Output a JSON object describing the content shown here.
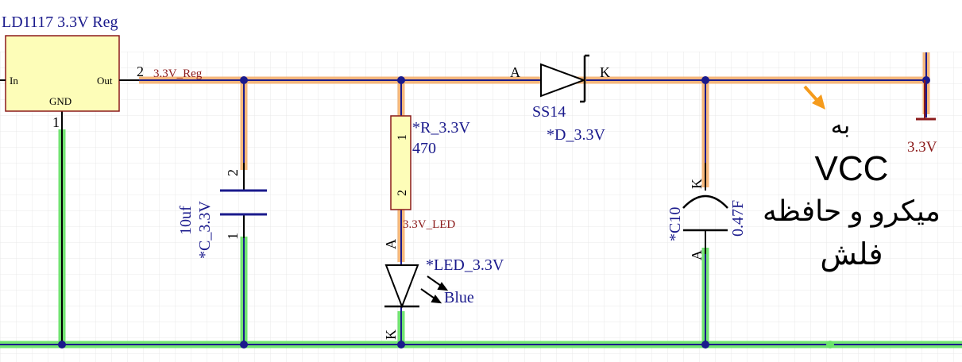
{
  "regulator": {
    "title": "LD1117 3.3V Reg",
    "pin_in": "In",
    "pin_out": "Out",
    "pin_gnd": "GND",
    "pin2_num": "2",
    "pin1_num": "1"
  },
  "nets": {
    "reg_out": "3.3V_Reg",
    "led_net": "3.3V_LED"
  },
  "capacitor_c33": {
    "ref": "*C_3.3V",
    "value": "10uf",
    "pin2": "2",
    "pin1": "1"
  },
  "resistor": {
    "ref": "*R_3.3V",
    "value": "470",
    "pin1": "1",
    "pin2": "2"
  },
  "led": {
    "ref": "*LED_3.3V",
    "value": "Blue",
    "pin_a": "A",
    "pin_k": "K"
  },
  "diode": {
    "part": "SS14",
    "ref": "*D_3.3V",
    "pin_a": "A",
    "pin_k": "K"
  },
  "capacitor_c10": {
    "ref": "*C10",
    "value": "0.47F",
    "pin_k": "K",
    "pin_a": "A"
  },
  "power_port": {
    "label": "3.3V"
  },
  "annotation": {
    "line1": "به",
    "line2": "VCC",
    "line3": "میکرو و حافظه",
    "line4": "فلش"
  },
  "colors": {
    "wire": "#1a1a8c",
    "power_highlight": "#f5b06e",
    "ground_highlight": "#6be36b",
    "component_fill": "#fdfdb8",
    "arrow": "#f59b1c",
    "grid": "#e9e9e9"
  }
}
